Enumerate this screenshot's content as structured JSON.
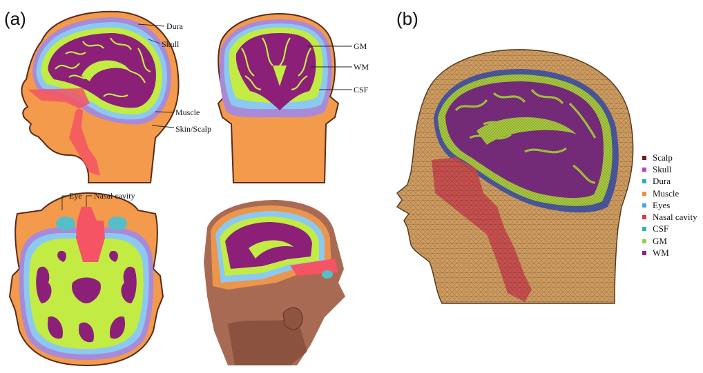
{
  "panels": {
    "a": "(a)",
    "b": "(b)"
  },
  "labels": {
    "dura": "Dura",
    "skull": "Skull",
    "muscle": "Muscle",
    "skin_scalp": "Skin/Scalp",
    "gm": "GM",
    "wm": "WM",
    "csf": "CSF",
    "eye": "Eye",
    "nasal_cavity": "Nasal cavity"
  },
  "colors": {
    "scalp": "#F39A4C",
    "skull": "#A88AD8",
    "dura": "#6FC6EE",
    "muscle": "#F4B27E",
    "csf": "#8CC9F0",
    "gm": "#C2EC44",
    "wm": "#8C1F77",
    "nasal": "#F45463",
    "eye": "#55BEC9",
    "mesh_scalp": "#CF9C60",
    "mesh_wm": "#7B2C7F",
    "mesh_gm": "#A9CC3C",
    "mesh_nasal": "#C9494E",
    "skin3d": "#A86A52"
  },
  "legend": [
    {
      "label": "Scalp",
      "color": "#6B1F1E"
    },
    {
      "label": "Skull",
      "color": "#C23DC6"
    },
    {
      "label": "Dura",
      "color": "#28A9CC"
    },
    {
      "label": "Muscle",
      "color": "#F09036"
    },
    {
      "label": "Eyes",
      "color": "#3FA9D2"
    },
    {
      "label": "Nasal cavity",
      "color": "#E53935"
    },
    {
      "label": "CSF",
      "color": "#2FB7B5"
    },
    {
      "label": "GM",
      "color": "#9CCB3F"
    },
    {
      "label": "WM",
      "color": "#8E2378"
    }
  ]
}
